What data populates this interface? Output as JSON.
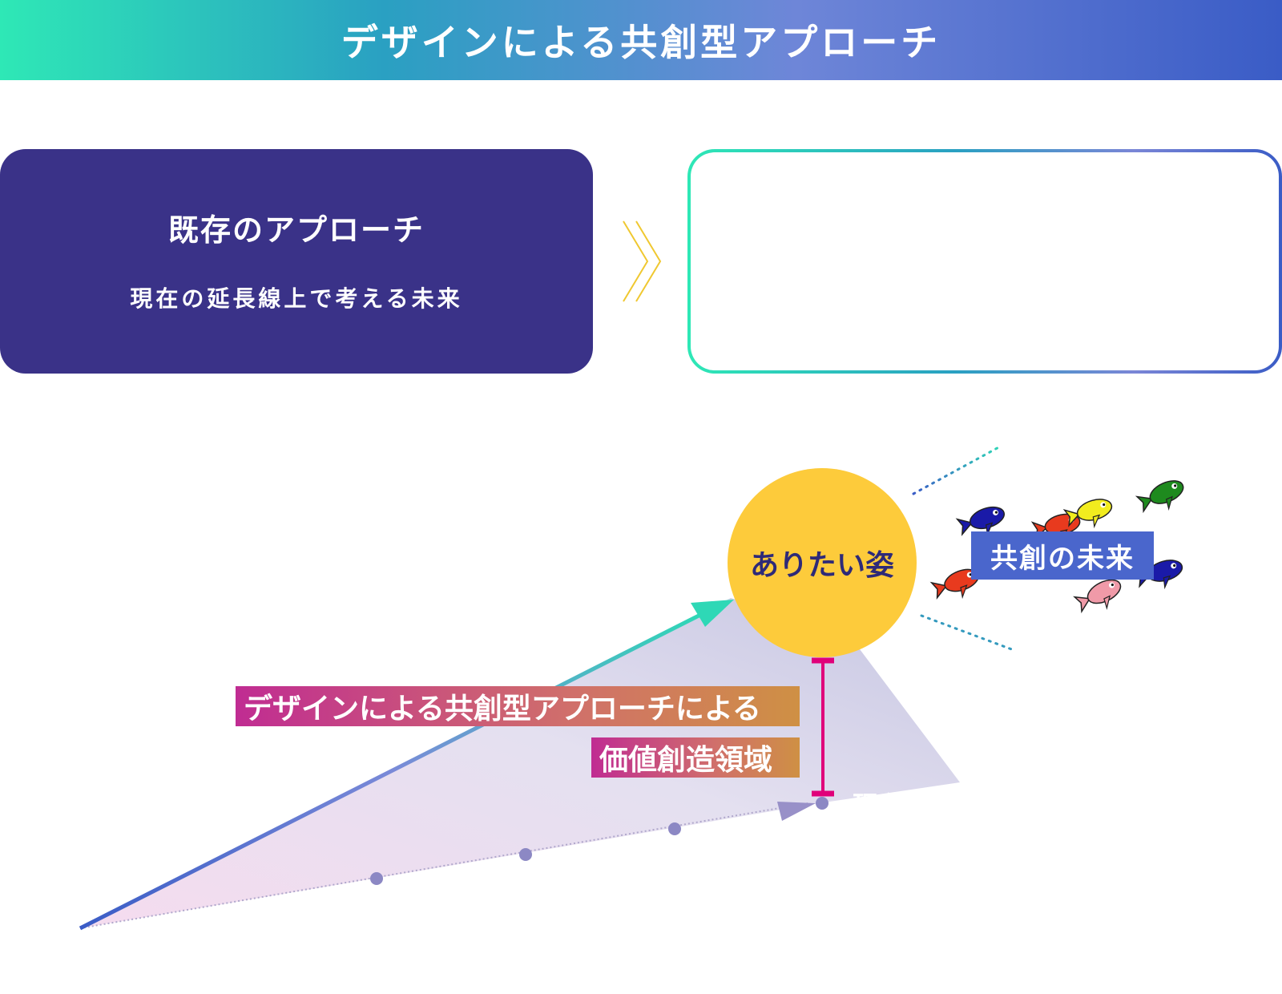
{
  "header": {
    "title": "デザインによる共創型アプローチ"
  },
  "existing": {
    "title": "既存のアプローチ",
    "subtitle": "現在の延長線上で考える未来"
  },
  "diagram": {
    "ideal_label": "ありたい姿",
    "future_label": "共創の未来",
    "value_label_line1": "デザインによる共創型アプローチによる",
    "value_label_line2": "価値創造領域",
    "present_label": "現在"
  },
  "fish": [
    {
      "name": "fish-blue-1",
      "color": "#1a1aa8"
    },
    {
      "name": "fish-red-1",
      "color": "#e83a1e"
    },
    {
      "name": "fish-yellow",
      "color": "#f2ec1e"
    },
    {
      "name": "fish-green",
      "color": "#1e8a1e"
    },
    {
      "name": "fish-red-2",
      "color": "#e83a1e"
    },
    {
      "name": "fish-pink",
      "color": "#f09aa8"
    },
    {
      "name": "fish-blue-2",
      "color": "#1a1aa8"
    }
  ],
  "colors": {
    "accent_teal": "#2ed8b6",
    "accent_blue": "#3a5cc6",
    "navy": "#3a3288",
    "sun": "#fdcb3b",
    "magenta": "#e0007a",
    "chevron": "#f0c830"
  }
}
